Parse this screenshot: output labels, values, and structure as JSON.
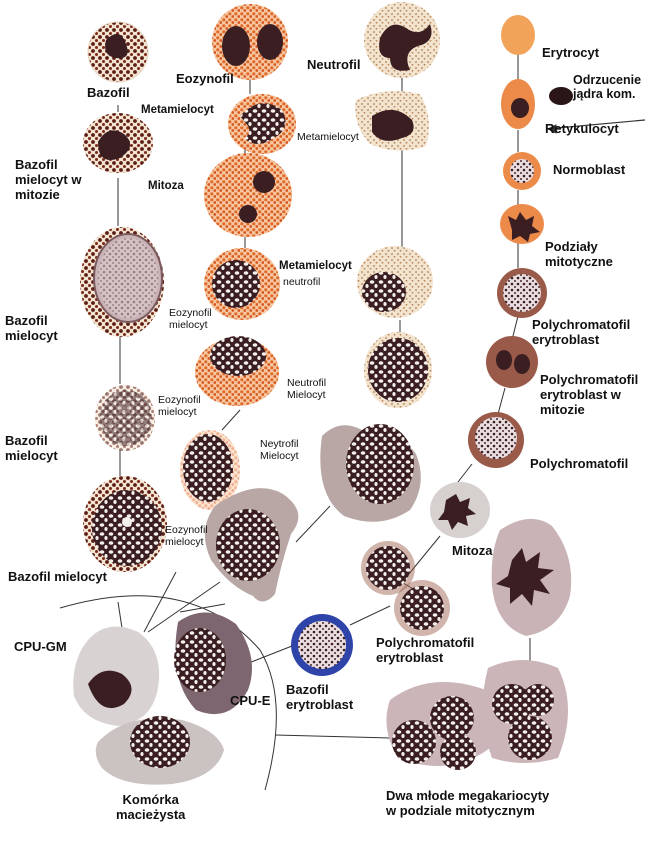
{
  "colors": {
    "basophil_granule": "#5b1d14",
    "eosinophil_granule": "#e06a2a",
    "neutrophil_granule": "#c9a27a",
    "nucleus": "#3a1e22",
    "erythrocyte": "#f2a35a",
    "normoblast_cytoplasm": "#ec8a4a",
    "polychromatic_cytoplasm": "#9a5a4a",
    "basophilic_cytoplasm": "#2f44a8",
    "pale_cytoplasm": "#d6d0cf"
  },
  "labels": {
    "bazofil": "Bazofil",
    "eozynofil": "Eozynofil",
    "neutrofil": "Neutrofil",
    "erytrocyt": "Erytrocyt",
    "odrzucenie": "Odrzucenie\njądra kom.",
    "metamielocyt_eo": "Metamielocyt",
    "metamielocyt_neu": "Metamielocyt",
    "retykulocyt": "Retykulocyt",
    "bazofil_mielocyt_mitoza": "Bazofil\nmielocyt w\nmitozie",
    "mitoza_eo": "Mitoza",
    "normoblast": "Normoblast",
    "podzialy": "Podziały\nmitotyczne",
    "metamielocyt_neutrofil": "Metamielocyt",
    "neutrofil_small": "neutrofil",
    "bazofil_mielocyt_1": "Bazofil\nmielocyt",
    "eozynofil_mielocyt_1": "Eozynofil\nmielocyt",
    "polychromatofil_erytroblast_1": "Polychromatofil\nerytroblast",
    "polychromatofil_erytroblast_mitoza": "Polychromatofil\nerytroblast w\nmitozie",
    "neutrofil_mielocyt_1": "Neutrofil\nMielocyt",
    "eozynofil_mielocyt_2": "Eozynofil\nmielocyt",
    "bazofil_mielocyt_2": "Bazofil\nmielocyt",
    "neytrofil_mielocyt": "Neytrofil\nMielocyt",
    "polychromatofil": "Polychromatofil",
    "eozynofil_mielocyt_3": "Eozynofil\nmielocyt",
    "bazofil_mielocyt_3": "Bazofil mielocyt",
    "mitoza_mega": "Mitoza",
    "cpu_gm": "CPU-GM",
    "cpu_e": "CPU-E",
    "bazofil_erytroblast": "Bazofil\nerytroblast",
    "polychromatofil_erytroblast_2": "Polychromatofil\nerytroblast",
    "komorka": "Komórka\nmacieżysta",
    "megakariocyty": "Dwa młode megakariocyty\nw podziale mitotycznym"
  }
}
